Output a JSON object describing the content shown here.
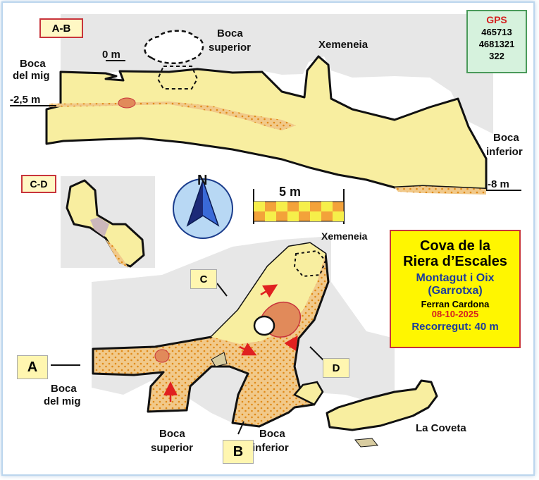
{
  "sections": {
    "ab": "A-B",
    "cd": "C-D"
  },
  "profile_labels": {
    "boca_del_mig_1": "Boca",
    "boca_del_mig_2": "del mig",
    "zero": "0 m",
    "minus_2_5": "-2,5  m",
    "boca_superior_1": "Boca",
    "boca_superior_2": "superior",
    "xemeneia": "Xemeneia",
    "boca_inferior_1": "Boca",
    "boca_inferior_2": "inferior",
    "minus_8": "-8 m"
  },
  "gps": {
    "label": "GPS",
    "x": "465713",
    "y": "4681321",
    "z": "322"
  },
  "compass": {
    "north": "N"
  },
  "scale": {
    "label": "5 m"
  },
  "plan_labels": {
    "xemeneia": "Xemeneia",
    "c": "C",
    "d": "D",
    "a": "A",
    "b": "B",
    "boca_del_mig_1": "Boca",
    "boca_del_mig_2": "del mig",
    "boca_superior_1": "Boca",
    "boca_superior_2": "superior",
    "boca_inferior_1": "Boca",
    "boca_inferior_2": "inferior",
    "la_coveta": "La Coveta"
  },
  "info": {
    "title_1": "Cova de la",
    "title_2": "Riera d’Escales",
    "place_1": "Montagut i Oix",
    "place_2": "(Garrotxa)",
    "author": "Ferran Cardona",
    "date": "08-10-2025",
    "length": "Recorregut: 40 m"
  },
  "colors": {
    "cave_fill": "#f8eea0",
    "sediment": "#e8c77a",
    "rock": "#e6e6e6",
    "accent_red": "#d42020",
    "title_blue": "#1c3c9c"
  }
}
